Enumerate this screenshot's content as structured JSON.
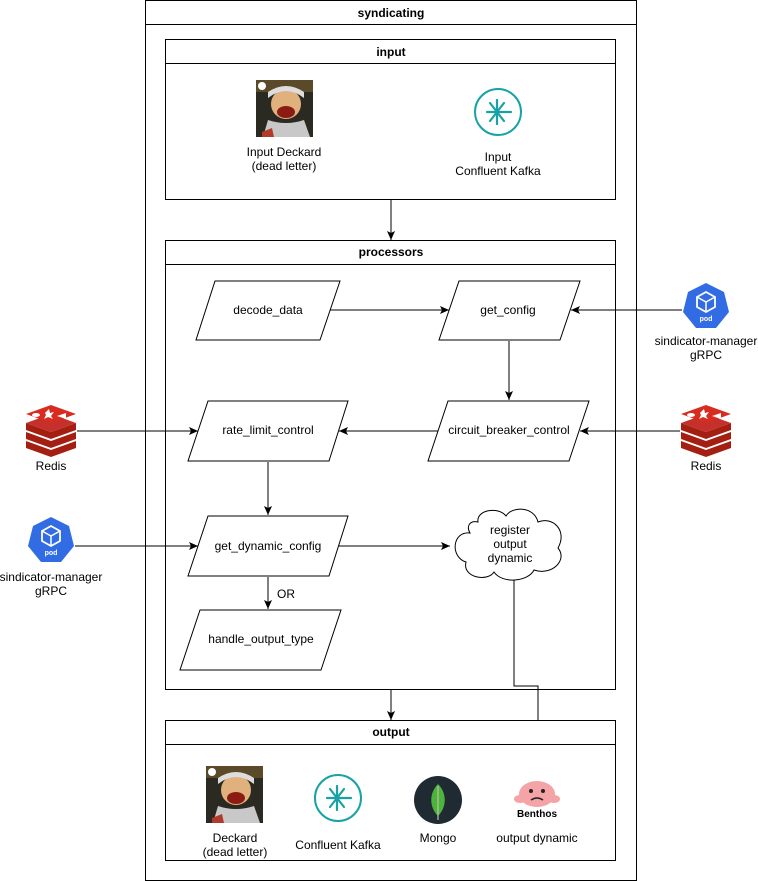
{
  "title": "syndicating",
  "input": {
    "title": "input",
    "deckard_line1": "Input Deckard",
    "deckard_line2": "(dead letter)",
    "kafka_line1": "Input",
    "kafka_line2": "Confluent Kafka"
  },
  "processors": {
    "title": "processors",
    "decode_data": "decode_data",
    "get_config": "get_config",
    "rate_limit_control": "rate_limit_control",
    "circuit_breaker_control": "circuit_breaker_control",
    "get_dynamic_config": "get_dynamic_config",
    "handle_output_type": "handle_output_type",
    "or_label": "OR",
    "cloud_line1": "register",
    "cloud_line2": "output",
    "cloud_line3": "dynamic"
  },
  "output": {
    "title": "output",
    "deckard_line1": "Deckard",
    "deckard_line2": "(dead letter)",
    "kafka": "Confluent Kafka",
    "mongo": "Mongo",
    "benthos_logo": "Benthos",
    "benthos_label": "output dynamic"
  },
  "external": {
    "pod_badge": "pod",
    "manager_right_line1": "sindicator-manager",
    "manager_right_line2": "gRPC",
    "manager_left_line1": "sindicator-manager",
    "manager_left_line2": "gRPC",
    "redis_left": "Redis",
    "redis_right": "Redis"
  },
  "colors": {
    "kafka_teal": "#16A2A6",
    "pod_blue": "#326CE5",
    "redis_red": "#C6302B",
    "mongo_bg": "#1F2A33",
    "mongo_leaf": "#4DB33D",
    "benthos_pink": "#F4A3A6"
  },
  "icons": [
    "deckard-avatar-icon",
    "confluent-kafka-icon",
    "kubernetes-pod-icon",
    "redis-icon",
    "mongodb-icon",
    "benthos-icon"
  ]
}
